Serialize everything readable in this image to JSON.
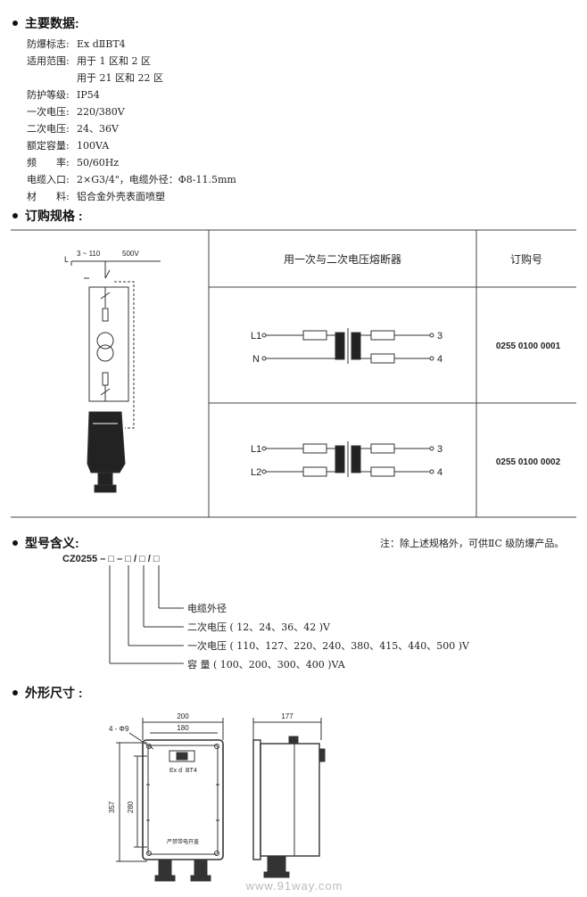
{
  "main_data": {
    "heading": "主要数据:",
    "rows": [
      {
        "label": "防爆标志:",
        "value": "Ex dⅡBT4"
      },
      {
        "label": "适用范围:",
        "value": "用于 1 区和 2 区"
      },
      {
        "label": "",
        "value": "用于 21 区和 22 区"
      },
      {
        "label": "防护等级:",
        "value": "IP54"
      },
      {
        "label": "一次电压:",
        "value": "220/380V"
      },
      {
        "label": "二次电压:",
        "value": "24、36V"
      },
      {
        "label": "额定容量:",
        "value": "100VA"
      },
      {
        "label": "频　　率:",
        "value": "50/60Hz"
      },
      {
        "label": "电缆入口:",
        "value": "2×G3/4\"，电缆外径：Φ8-11.5mm"
      },
      {
        "label": "材　　料:",
        "value": "铝合金外壳表面喷塑"
      }
    ]
  },
  "order": {
    "heading": "订购规格 :",
    "col_header_fuse": "用一次与二次电压熔断器",
    "col_header_order": "订购号",
    "wiring": {
      "l": "L",
      "v1": "3 ~ 110",
      "v2": "500V"
    },
    "rows": [
      {
        "in_top": "L1",
        "in_bottom": "N",
        "out_top": "3",
        "out_bottom": "4",
        "order_no": "0255  0100  0001"
      },
      {
        "in_top": "L1",
        "in_bottom": "L2",
        "out_top": "3",
        "out_bottom": "4",
        "order_no": "0255  0100  0002"
      }
    ]
  },
  "model": {
    "heading": "型号含义:",
    "note": "注：除上述规格外，可供ⅡC 级防爆产品。",
    "code": "CZ0255 – □ – □ / □ / □",
    "legend": [
      "电缆外径",
      "二次电压 ( 12、24、36、42 )V",
      "一次电压 ( 110、127、220、240、380、415、440、500 )V",
      "容  量 ( 100、200、300、400 )VA"
    ]
  },
  "dimensions": {
    "heading": "外形尺寸 :",
    "width_total": "200",
    "width_inner": "180",
    "hole": "4 - Φ9",
    "height_total": "357",
    "height_inner": "280",
    "depth": "177",
    "plate_text_1": "Ex d",
    "plate_text_2": "BT4",
    "bottom_text": "严禁带电开盖"
  },
  "watermark": "www.91way.com"
}
